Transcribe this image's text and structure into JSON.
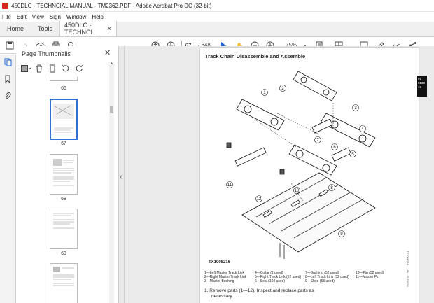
{
  "window": {
    "title": "450DLC - TECHNCIAL MANUAL - TM2362.PDF - Adobe Acrobat Pro DC (32-bit)"
  },
  "menu": [
    "File",
    "Edit",
    "View",
    "Sign",
    "Window",
    "Help"
  ],
  "tabs": {
    "home": "Home",
    "tools": "Tools",
    "document": "450DLC - TECHNCI..."
  },
  "toolbar": {
    "page_current": "67",
    "page_total": "/ 648",
    "zoom": "75%"
  },
  "panel": {
    "title": "Page Thumbnails"
  },
  "thumbnails": [
    {
      "label": "66"
    },
    {
      "label": "67",
      "selected": true
    },
    {
      "label": "68"
    },
    {
      "label": "69"
    },
    {
      "label": ""
    }
  ],
  "document": {
    "heading": "Track Chain Disassemble and Assemble",
    "side_tab": "01\n0130\n19",
    "figure_id": "TX1008216",
    "side_code": "TX1008216 —UN—01JUL08",
    "callouts": [
      "1",
      "2",
      "3",
      "4",
      "5",
      "6",
      "7",
      "8",
      "9",
      "10",
      "11",
      "12"
    ],
    "legend": [
      [
        "1—Left Master Track Link",
        "2—Right Master Track Link",
        "3—Master Bushing"
      ],
      [
        "4—Collar (2 used)",
        "5—Right Track Link (52 used)",
        "6—Seal (104 used)"
      ],
      [
        "7—Bushing (52 used)",
        "8—Left Track Link (52 used)",
        "9—Shoe (53 used)"
      ],
      [
        "10—Pin (52 used)",
        "11—Master Pin",
        ""
      ]
    ],
    "step1_a": "1.  Remove parts (1—12). Inspect and replace parts as",
    "step1_b": "necessary."
  }
}
